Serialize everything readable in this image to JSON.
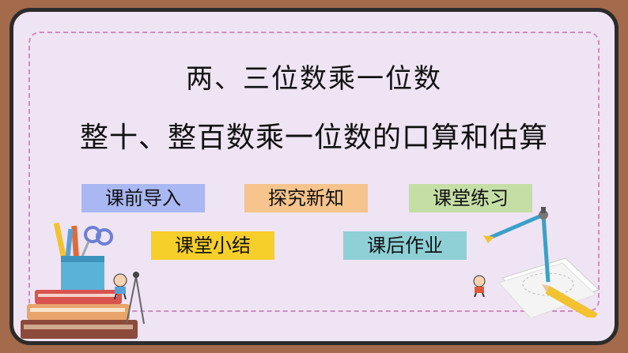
{
  "slide": {
    "title": "两、三位数乘一位数",
    "subtitle": "整十、整百数乘一位数的口算和估算"
  },
  "nav": [
    {
      "label": "课前导入",
      "color": "#a9b7f3"
    },
    {
      "label": "探究新知",
      "color": "#f6c48c"
    },
    {
      "label": "课堂练习",
      "color": "#c5dea6"
    },
    {
      "label": "课堂小结",
      "color": "#f7cf2a"
    },
    {
      "label": "课后作业",
      "color": "#8fd0d6"
    }
  ],
  "icons": [
    "books-pencil-cup-illustration",
    "compass-paper-illustration",
    "cartoon-kid-icon"
  ]
}
